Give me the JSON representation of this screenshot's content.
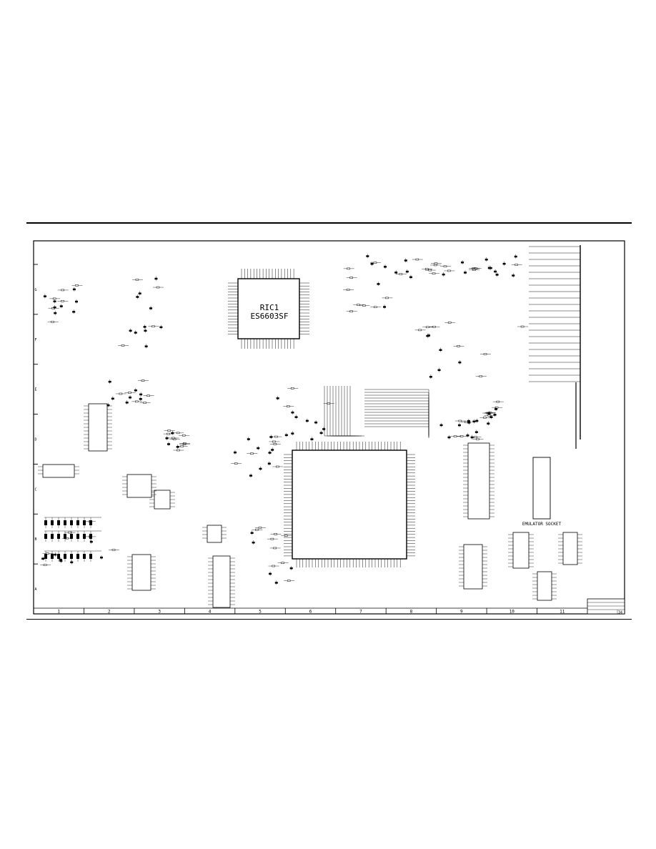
{
  "main_ic": {
    "ref": "RIC1",
    "part": "ES6603SF"
  },
  "socket_label": "EMULATOR SOCKET",
  "column_labels": [
    "1",
    "2",
    "3",
    "4",
    "5",
    "6",
    "7",
    "8",
    "9",
    "10",
    "11"
  ],
  "row_labels": [
    "G",
    "F",
    "E",
    "D",
    "C",
    "B",
    "A"
  ],
  "title_block": {
    "page": "34"
  }
}
